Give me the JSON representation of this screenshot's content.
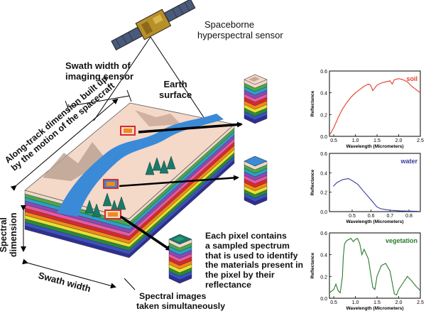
{
  "labels": {
    "sensor": [
      "Spaceborne",
      "hyperspectral sensor"
    ],
    "swath_imaging": [
      "Swath width of",
      "imaging sensor"
    ],
    "earth_surface": [
      "Earth",
      "surface"
    ],
    "along_track": [
      "Along-track dimension built up",
      "by the motion of the spacecraft"
    ],
    "spectral_dimension": [
      "Spectral",
      "dimension"
    ],
    "swath_width": "Swath width",
    "pixel_note": [
      "Each pixel contains",
      "a sampled spectrum",
      "that is used to identify",
      "the materials present in",
      "the pixel by their",
      "reflectance"
    ],
    "spectral_images": [
      "Spectral images",
      "taken simultaneously"
    ]
  },
  "colors": {
    "layers": [
      "#2f2f8f",
      "#3a50c8",
      "#2a8a3a",
      "#e8e030",
      "#f08a1a",
      "#d82a2a",
      "#e45aa0",
      "#8a4ab8",
      "#2aa0c8",
      "#4aa84a",
      "#f0d8c8"
    ],
    "soil": "#e0402a",
    "water": "#3a3aa0",
    "vegetation": "#2a7a2a",
    "river": "#3a8ad8"
  },
  "chart_data": [
    {
      "type": "line",
      "series": [
        {
          "name": "soil",
          "x": [
            0.42,
            0.5,
            0.6,
            0.7,
            0.8,
            0.9,
            1.0,
            1.1,
            1.2,
            1.3,
            1.35,
            1.4,
            1.5,
            1.6,
            1.7,
            1.8,
            1.85,
            1.9,
            2.0,
            2.1,
            2.2,
            2.3,
            2.4,
            2.5
          ],
          "values": [
            0.02,
            0.08,
            0.17,
            0.25,
            0.31,
            0.36,
            0.4,
            0.43,
            0.46,
            0.48,
            0.47,
            0.42,
            0.47,
            0.49,
            0.5,
            0.51,
            0.48,
            0.52,
            0.53,
            0.52,
            0.5,
            0.46,
            0.43,
            0.4
          ]
        }
      ],
      "xlabel": "Wavelength (Micrometers)",
      "ylabel": "Reflectance",
      "xlim": [
        0.4,
        2.5
      ],
      "ylim": [
        0,
        0.6
      ],
      "xticks": [
        "0.5",
        "1.0",
        "1.5",
        "2.0",
        "2.5"
      ],
      "yticks": [
        "0.0",
        "0.2",
        "0.4",
        "0.6"
      ]
    },
    {
      "type": "line",
      "series": [
        {
          "name": "water",
          "x": [
            0.4,
            0.42,
            0.45,
            0.48,
            0.5,
            0.53,
            0.56,
            0.6,
            0.63,
            0.65,
            0.68,
            0.7,
            0.75,
            0.8,
            0.85
          ],
          "values": [
            0.26,
            0.3,
            0.33,
            0.34,
            0.32,
            0.28,
            0.21,
            0.12,
            0.05,
            0.03,
            0.02,
            0.015,
            0.008,
            0.005,
            0.003
          ]
        }
      ],
      "xlabel": "Wavelength (Micrometers)",
      "ylabel": "Reflectance",
      "xlim": [
        0.38,
        0.86
      ],
      "ylim": [
        0,
        0.6
      ],
      "xticks": [
        "0.5",
        "0.6",
        "0.7",
        "0.8"
      ],
      "yticks": [
        "0.0",
        "0.2",
        "0.4",
        "0.6"
      ]
    },
    {
      "type": "line",
      "series": [
        {
          "name": "vegetation",
          "x": [
            0.4,
            0.5,
            0.55,
            0.6,
            0.65,
            0.7,
            0.72,
            0.75,
            0.8,
            0.9,
            0.95,
            1.0,
            1.05,
            1.1,
            1.15,
            1.2,
            1.3,
            1.4,
            1.45,
            1.5,
            1.6,
            1.7,
            1.8,
            1.9,
            1.95,
            2.0,
            2.1,
            2.2,
            2.3,
            2.4,
            2.5
          ],
          "values": [
            0.05,
            0.08,
            0.13,
            0.07,
            0.05,
            0.2,
            0.38,
            0.5,
            0.53,
            0.55,
            0.52,
            0.54,
            0.55,
            0.5,
            0.4,
            0.45,
            0.36,
            0.1,
            0.08,
            0.2,
            0.3,
            0.32,
            0.25,
            0.04,
            0.03,
            0.08,
            0.14,
            0.2,
            0.16,
            0.11,
            0.07
          ]
        }
      ],
      "xlabel": "Wavelength (Micrometers)",
      "ylabel": "Reflectance",
      "xlim": [
        0.4,
        2.5
      ],
      "ylim": [
        0,
        0.6
      ],
      "xticks": [
        "0.5",
        "1.0",
        "1.5",
        "2.0",
        "2.5"
      ],
      "yticks": [
        "0.0",
        "0.2",
        "0.4",
        "0.6"
      ]
    }
  ]
}
